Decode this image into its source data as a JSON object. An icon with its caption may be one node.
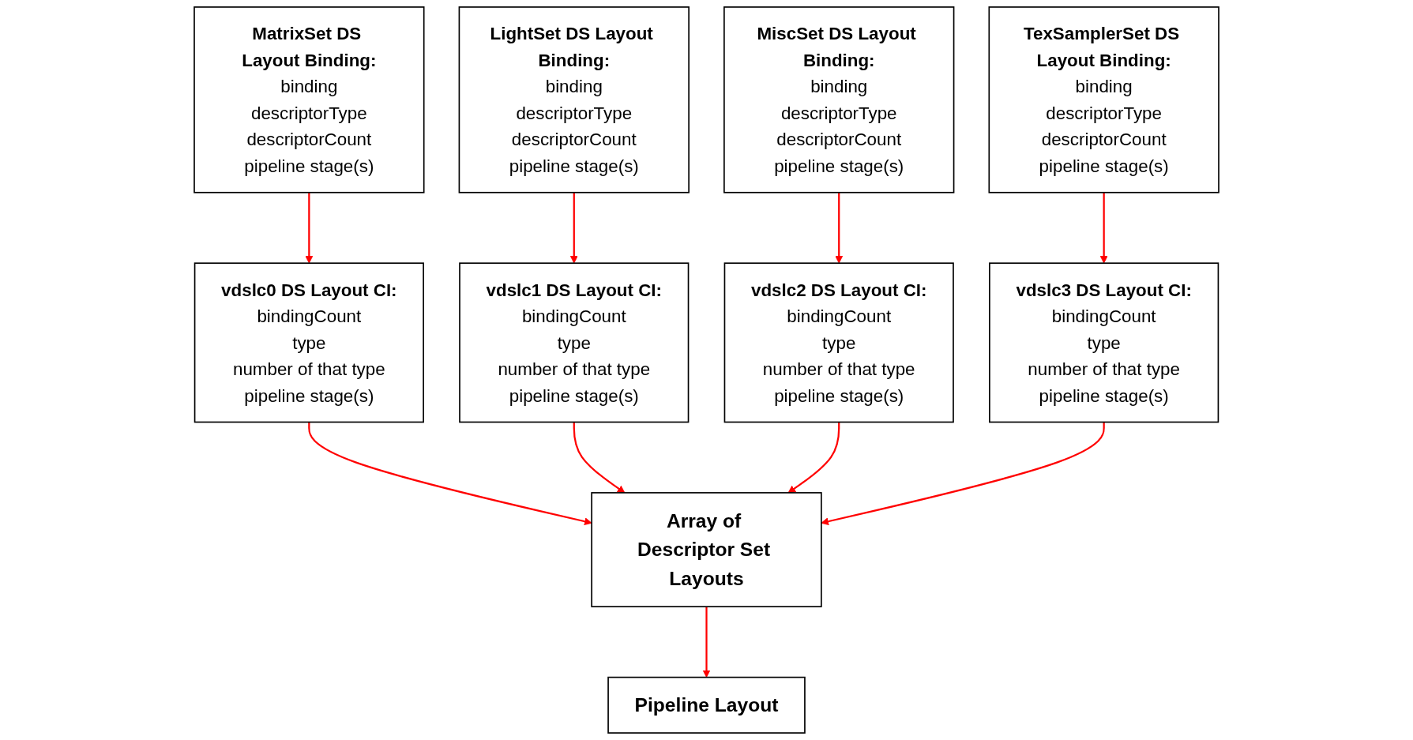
{
  "diagram": {
    "nodes": [
      {
        "text": [
          "MatrixSet DS Layout Binding:",
          "binding",
          "descriptorType",
          "descriptorCount",
          "pipeline stage(s)"
        ]
      },
      {
        "text": [
          "LightSet DS Layout Binding:",
          "binding",
          "descriptorType",
          "descriptorCount",
          "pipeline stage(s)"
        ]
      },
      {
        "text": [
          "MiscSet DS Layout Binding:",
          "binding",
          "descriptorType",
          "descriptorCount",
          "pipeline stage(s)"
        ]
      },
      {
        "text": [
          "TexSamplerSet DS Layout Binding:",
          "binding",
          "descriptorType",
          "descriptorCount",
          "pipeline stage(s)"
        ]
      },
      {
        "text": [
          "vdslc0 DS Layout CI:",
          "bindingCount",
          "type",
          "number of that type",
          "pipeline stage(s)"
        ]
      },
      {
        "text": [
          "vdslc1 DS Layout CI:",
          "bindingCount",
          "type",
          "number of that type",
          "pipeline stage(s)"
        ]
      },
      {
        "text": [
          "vdslc2 DS Layout CI:",
          "bindingCount",
          "type",
          "number of that type",
          "pipeline stage(s)"
        ]
      },
      {
        "text": [
          "vdslc3 DS Layout CI:",
          "bindingCount",
          "type",
          "number of that type",
          "pipeline stage(s)"
        ]
      },
      {
        "text": [
          "Array of Descriptor Set Layouts"
        ]
      },
      {
        "text": [
          "Pipeline Layout"
        ]
      }
    ],
    "edges": [
      {
        "from": 0,
        "to": 4,
        "arrow": "to"
      },
      {
        "from": 1,
        "to": 5,
        "arrow": "to"
      },
      {
        "from": 2,
        "to": 6,
        "arrow": "to"
      },
      {
        "from": 3,
        "to": 7,
        "arrow": "to"
      },
      {
        "from": 4,
        "to": 8,
        "arrow": "to"
      },
      {
        "from": 5,
        "to": 8,
        "arrow": "to"
      },
      {
        "from": 6,
        "to": 8,
        "arrow": "to"
      },
      {
        "from": 7,
        "to": 8,
        "arrow": "to"
      },
      {
        "from": 8,
        "to": 9,
        "arrow": "to"
      }
    ]
  }
}
